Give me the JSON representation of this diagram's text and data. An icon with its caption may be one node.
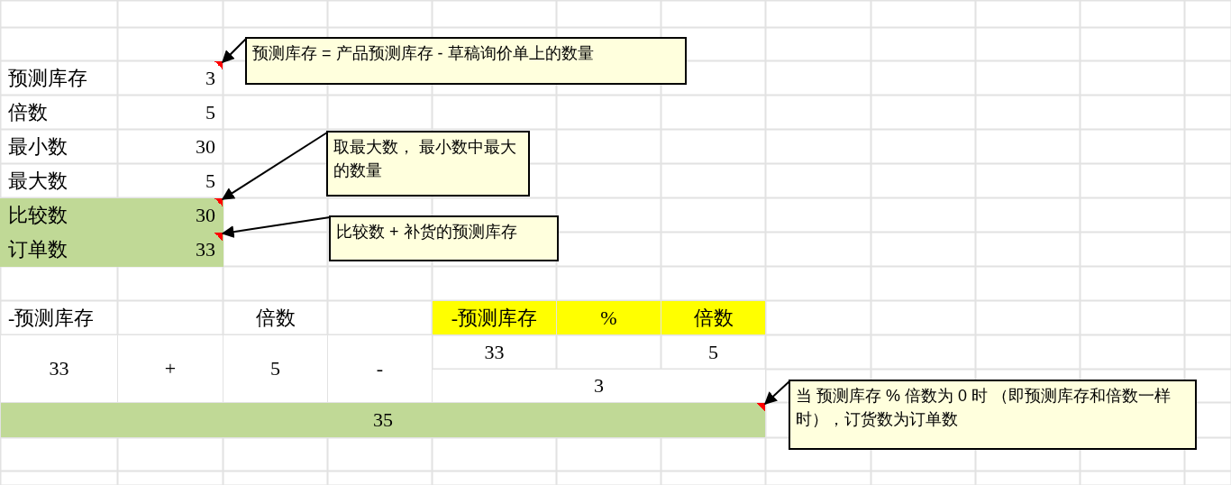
{
  "diagram": {
    "nodes": [
      {
        "text": [
          "预测库存 = 产品预测库存 - 草稿询价单上的数量"
        ]
      },
      {
        "text": [
          "3"
        ]
      },
      {
        "text": [
          "取最大数， 最小数中最大的数量"
        ]
      },
      {
        "text": [
          "30"
        ]
      },
      {
        "text": [
          "比较数 + 补货的预测库存"
        ]
      },
      {
        "text": [
          "33"
        ]
      },
      {
        "text": [
          "当 预测库存 % 倍数为 0 时 （即预测库存和倍数一样时），订货数为订单数"
        ]
      },
      {
        "text": [
          "35"
        ]
      }
    ],
    "edges": [
      {
        "from": 0,
        "to": 1,
        "arrow": "to"
      },
      {
        "from": 2,
        "to": 3,
        "arrow": "to"
      },
      {
        "from": 4,
        "to": 5,
        "arrow": "to"
      },
      {
        "from": 6,
        "to": 7,
        "arrow": "to"
      }
    ],
    "labels": [
      "预测库存",
      "倍数",
      "5",
      "最小数",
      "30",
      "最大数",
      "5",
      "比较数",
      "订单数",
      "-预测库存",
      "倍数",
      "-预测库存",
      "%",
      "倍数",
      "33",
      "+",
      "5",
      "-",
      "33",
      "5",
      "3"
    ]
  }
}
